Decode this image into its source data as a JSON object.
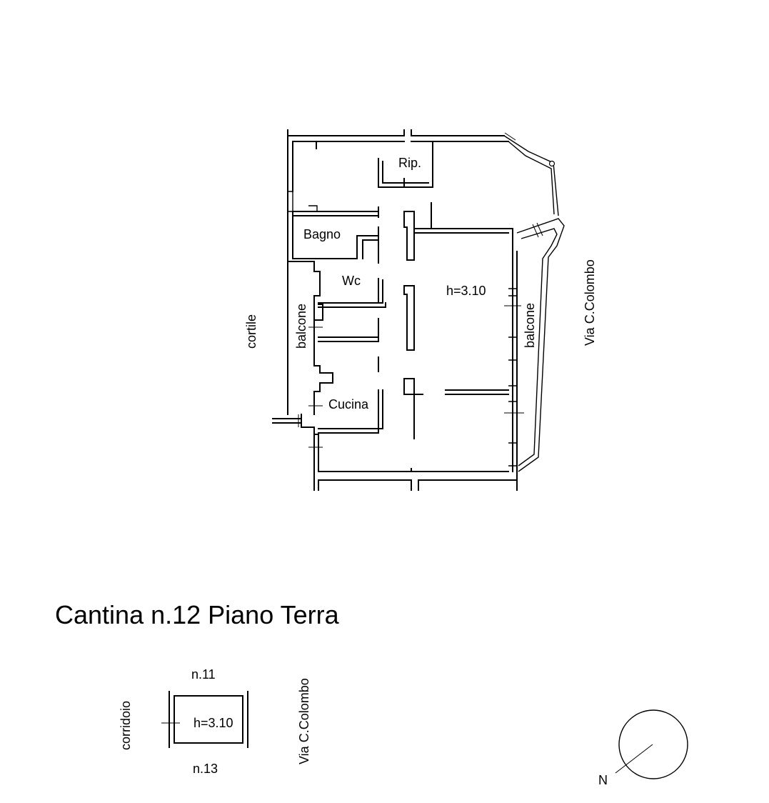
{
  "floorplan": {
    "rooms": {
      "rip": "Rip.",
      "bagno": "Bagno",
      "wc": "Wc",
      "cucina": "Cucina",
      "height": "h=3.10"
    },
    "left_balcony": "balcone",
    "right_balcony": "balcone",
    "courtyard": "cortile",
    "street": "Via C.Colombo"
  },
  "cellar": {
    "title": "Cantina n.12 Piano Terra",
    "neighbor_top": "n.11",
    "neighbor_bottom": "n.13",
    "corridor": "corridoio",
    "height": "h=3.10",
    "street": "Via C.Colombo"
  },
  "compass": {
    "north_label": "N"
  }
}
